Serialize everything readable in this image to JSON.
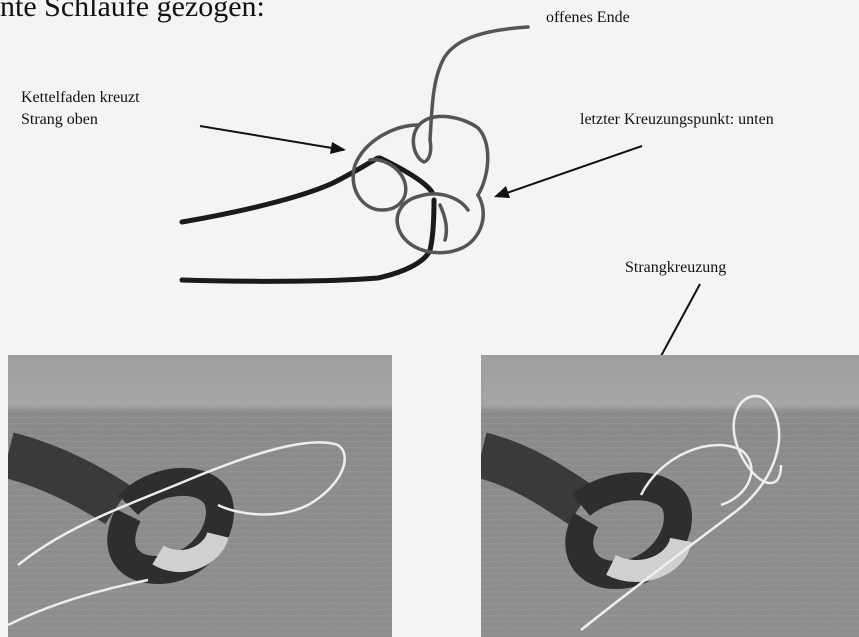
{
  "header": {
    "text": "nte Schlaufe gezogen:"
  },
  "labels": {
    "open_end": "offenes Ende",
    "kettelfaden_line1": "Kettelfaden kreuzt",
    "kettelfaden_line2": "Strang oben",
    "last_crossing": "letzter Kreuzungspunkt: unten",
    "strand_crossing": "Strangkreuzung"
  },
  "photos": [
    {
      "description": "photo-before"
    },
    {
      "description": "photo-after"
    }
  ],
  "colors": {
    "strand": "#1a1a1a",
    "thread": "#444444",
    "background": "#f4f4f4"
  }
}
